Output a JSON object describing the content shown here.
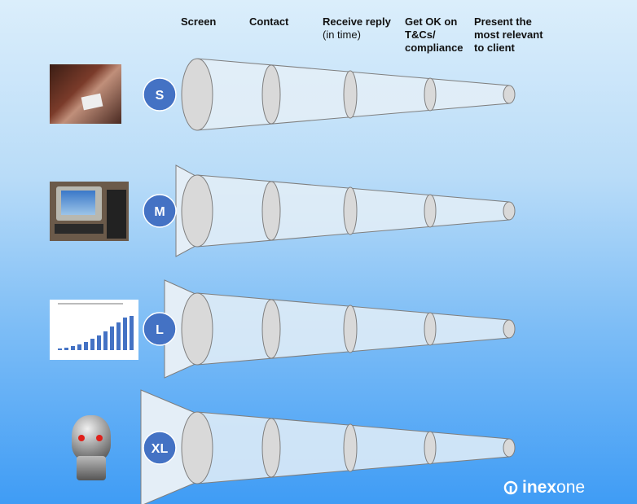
{
  "stages": [
    {
      "label": "Screen"
    },
    {
      "label": "Contact"
    },
    {
      "label": "Receive reply",
      "sub": "(in time)"
    },
    {
      "label": "Get OK on T&Cs/ compliance"
    },
    {
      "label": "Present the most relevant to client"
    }
  ],
  "rows": [
    {
      "size": "S",
      "image": "man-holding-business-card"
    },
    {
      "size": "M",
      "image": "old-desktop-computer"
    },
    {
      "size": "L",
      "image": "bar-chart-professional-network-users"
    },
    {
      "size": "XL",
      "image": "terminator-robot-skull"
    }
  ],
  "colors": {
    "badge": "#4472c4",
    "funnel": "#e4eef7",
    "ellipse": "#d9d9d9",
    "stroke": "#7f7f7f"
  },
  "logo": {
    "bold": "inex",
    "light": "one"
  }
}
